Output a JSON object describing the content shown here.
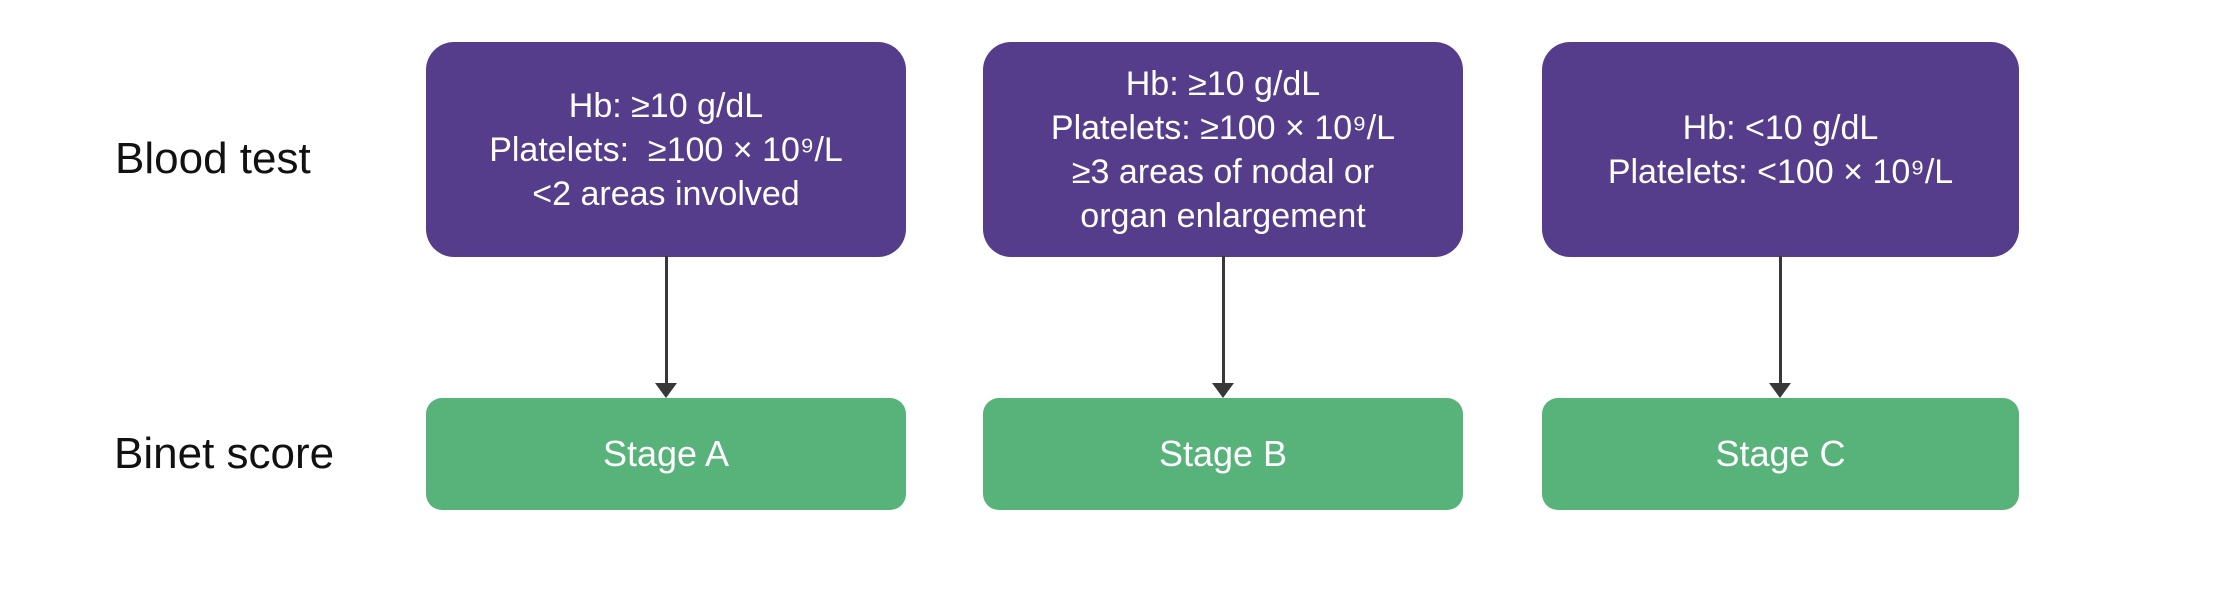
{
  "page": {
    "background": "#ffffff",
    "description": "Binet staging flow diagram: blood test criteria mapped to Binet score stages"
  },
  "colors": {
    "page_bg": "#ffffff",
    "criteria_box": "#553d8b",
    "stage_box": "#57b37a",
    "arrow": "#383838",
    "box_text": "#ffffff",
    "label_text": "#111111"
  },
  "row_labels": {
    "blood_test": "Blood test",
    "binet_score": "Binet score"
  },
  "columns": [
    {
      "criteria": "Hb: ≥10 g/dL\nPlatelets:  ≥100 × 10⁹/L\n<2 areas involved",
      "stage": "Stage A"
    },
    {
      "criteria": "Hb: ≥10 g/dL\nPlatelets: ≥100 × 10⁹/L\n≥3 areas of nodal or\norgan enlargement",
      "stage": "Stage B"
    },
    {
      "criteria": "Hb: <10 g/dL\nPlatelets: <100 × 10⁹/L",
      "stage": "Stage C"
    }
  ]
}
